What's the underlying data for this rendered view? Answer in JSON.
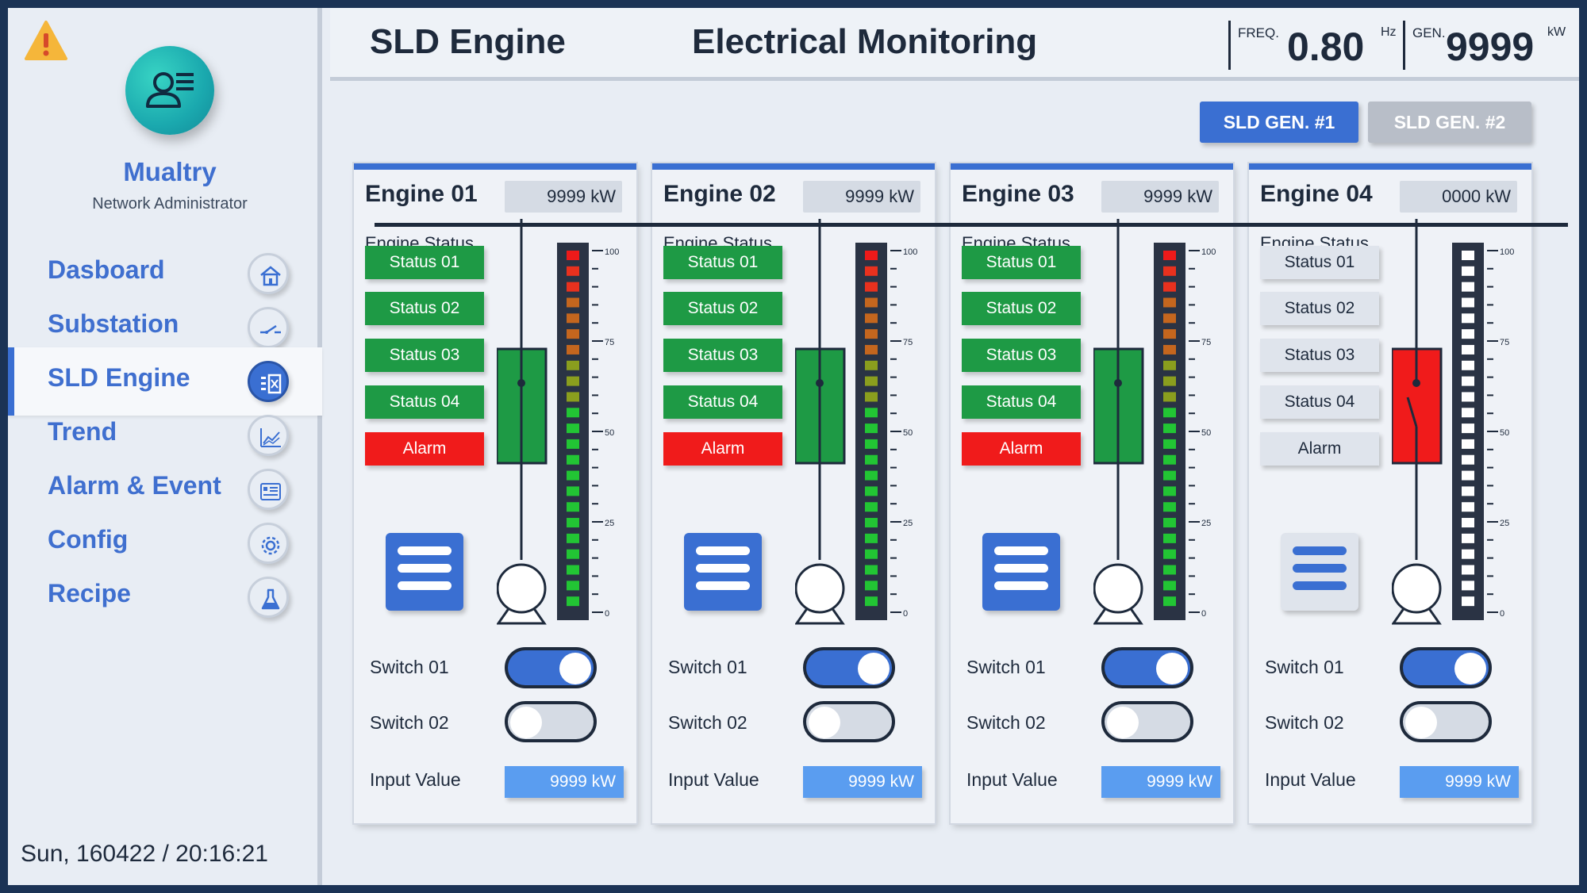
{
  "user": {
    "name": "Mualtry",
    "role": "Network Administrator"
  },
  "nav": [
    {
      "label": "Dasboard",
      "icon": "home-icon",
      "active": false
    },
    {
      "label": "Substation",
      "icon": "switch-icon",
      "active": false
    },
    {
      "label": "SLD Engine",
      "icon": "sld-icon",
      "active": true
    },
    {
      "label": "Trend",
      "icon": "chart-icon",
      "active": false
    },
    {
      "label": "Alarm & Event",
      "icon": "event-list-icon",
      "active": false
    },
    {
      "label": "Config",
      "icon": "gear-icon",
      "active": false
    },
    {
      "label": "Recipe",
      "icon": "flask-icon",
      "active": false
    }
  ],
  "datetime": "Sun, 160422 / 20:16:21",
  "header": {
    "title_left": "SLD Engine",
    "title_right": "Electrical Monitoring",
    "freq_label": "FREQ.",
    "freq_value": "0.80",
    "freq_unit": "Hz",
    "gen_label": "GEN.",
    "gen_value": "9999",
    "gen_unit": "kW"
  },
  "gen_tabs": [
    {
      "label": "SLD GEN. #1",
      "active": true
    },
    {
      "label": "SLD GEN. #2",
      "active": false
    }
  ],
  "engines": [
    {
      "name": "Engine 01",
      "power": "9999 kW",
      "status_label": "Engine Status",
      "statuses": [
        "Status 01",
        "Status 02",
        "Status 03",
        "Status 04"
      ],
      "alarm": "Alarm",
      "running": true,
      "switch1_label": "Switch 01",
      "switch1_on": true,
      "switch2_label": "Switch 02",
      "switch2_on": false,
      "input_label": "Input Value",
      "input_value": "9999 kW",
      "gauge_level": 100
    },
    {
      "name": "Engine 02",
      "power": "9999 kW",
      "status_label": "Engine Status",
      "statuses": [
        "Status 01",
        "Status 02",
        "Status 03",
        "Status 04"
      ],
      "alarm": "Alarm",
      "running": true,
      "switch1_label": "Switch 01",
      "switch1_on": true,
      "switch2_label": "Switch 02",
      "switch2_on": false,
      "input_label": "Input Value",
      "input_value": "9999 kW",
      "gauge_level": 100
    },
    {
      "name": "Engine 03",
      "power": "9999 kW",
      "status_label": "Engine Status",
      "statuses": [
        "Status 01",
        "Status 02",
        "Status 03",
        "Status 04"
      ],
      "alarm": "Alarm",
      "running": true,
      "switch1_label": "Switch 01",
      "switch1_on": true,
      "switch2_label": "Switch 02",
      "switch2_on": false,
      "input_label": "Input Value",
      "input_value": "9999 kW",
      "gauge_level": 100
    },
    {
      "name": "Engine 04",
      "power": "0000 kW",
      "status_label": "Engine Status",
      "statuses": [
        "Status 01",
        "Status 02",
        "Status 03",
        "Status 04"
      ],
      "alarm": "Alarm",
      "running": false,
      "switch1_label": "Switch 01",
      "switch1_on": true,
      "switch2_label": "Switch 02",
      "switch2_on": false,
      "input_label": "Input Value",
      "input_value": "9999 kW",
      "gauge_level": 0
    }
  ],
  "gauge_ticks": [
    "100",
    "75",
    "50",
    "25",
    "0"
  ],
  "colors": {
    "accent": "#3a6fd2",
    "status_on": "#1e9a45",
    "alarm": "#f01b1b",
    "breaker_closed": "#1e9a45",
    "breaker_open": "#f01b1b"
  }
}
